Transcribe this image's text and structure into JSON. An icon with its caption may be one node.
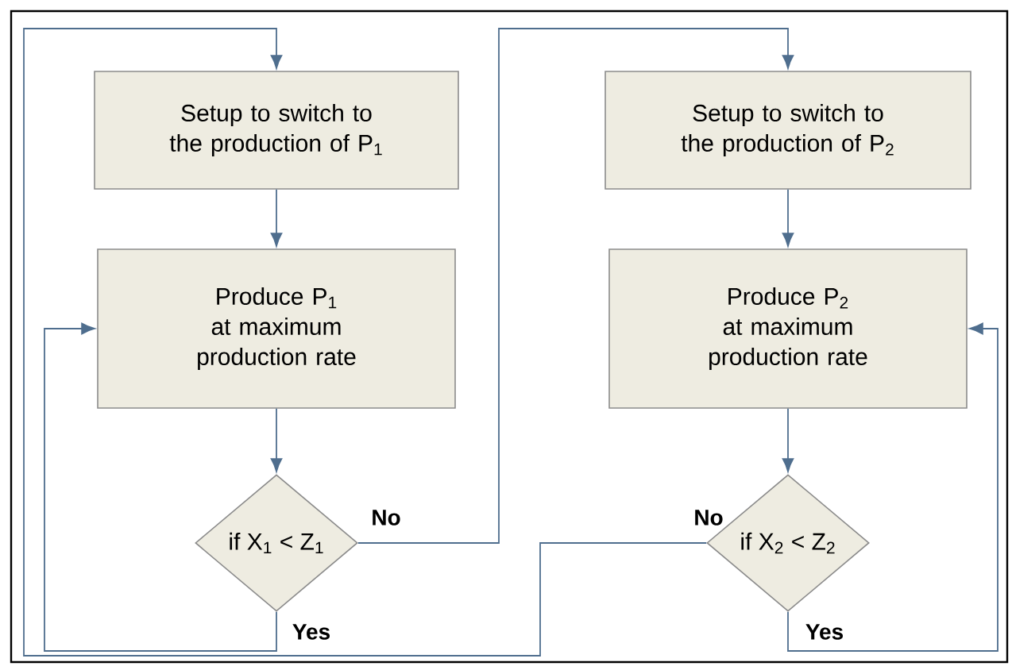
{
  "diagram": {
    "nodes": [
      {
        "text": [
          "Setup to switch to the production of P$_{1}$"
        ]
      },
      {
        "text": [
          "Produce P$_{1}$ at maximum production rate"
        ]
      },
      {
        "text": [
          "if X$_{1}$ < Z$_{1}$"
        ]
      },
      {
        "text": [
          "Setup to switch to the production of P$_{2}$"
        ]
      },
      {
        "text": [
          "Produce P$_{2}$ at maximum production rate"
        ]
      },
      {
        "text": [
          "if X$_{2}$ < Z$_{2}$"
        ]
      }
    ],
    "edges": [
      {
        "from": 0,
        "to": 1,
        "arrow": "to"
      },
      {
        "from": 1,
        "to": 2,
        "arrow": "to"
      },
      {
        "from": 2,
        "to": 1,
        "arrow": "to",
        "label": "Yes"
      },
      {
        "from": 2,
        "to": 3,
        "arrow": "to",
        "label": "No"
      },
      {
        "from": 3,
        "to": 4,
        "arrow": "to"
      },
      {
        "from": 4,
        "to": 5,
        "arrow": "to"
      },
      {
        "from": 5,
        "to": 4,
        "arrow": "to",
        "label": "Yes"
      },
      {
        "from": 5,
        "to": 0,
        "arrow": "to",
        "label": "No"
      }
    ]
  }
}
